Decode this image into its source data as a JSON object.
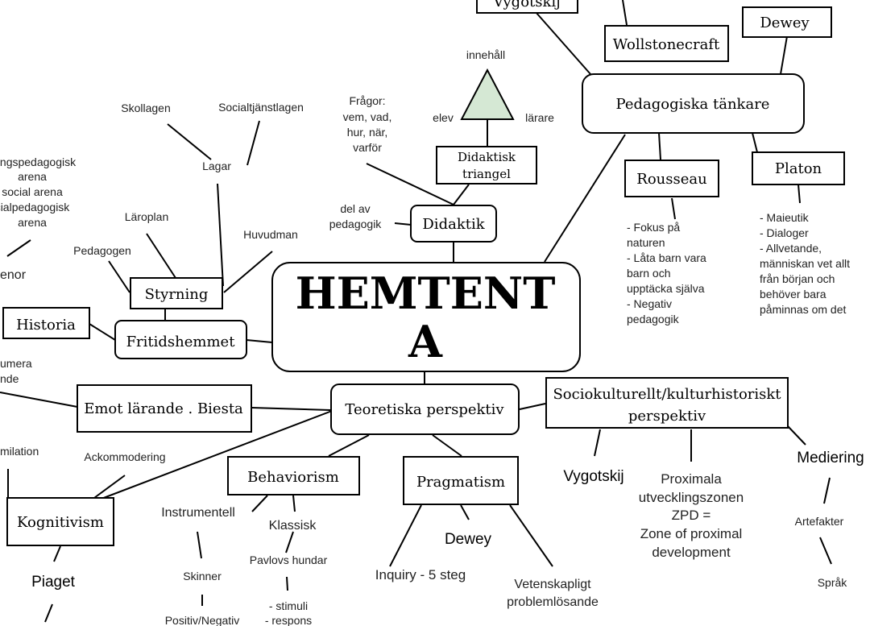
{
  "center": {
    "line1": "HEMTENT",
    "line2": "A"
  },
  "didaktik": {
    "label": "Didaktik",
    "triangle_label": [
      "Didaktisk",
      "triangel"
    ],
    "top": "innehåll",
    "left": "elev",
    "right": "lärare",
    "fragor": [
      "Frågor:",
      "vem, vad,",
      "hur, när,",
      "varför"
    ],
    "del_av": [
      "del av",
      "pedagogik"
    ]
  },
  "pedagogiska": {
    "label": "Pedagogiska tänkare",
    "vygotskij": "Vygotskij",
    "wollstonecraft": "Wollstonecraft",
    "dewey": "Dewey",
    "rousseau": "Rousseau",
    "platon": "Platon",
    "rousseau_notes": [
      "- Fokus på",
      "naturen",
      "- Låta barn vara",
      "barn och",
      "upptäcka själva",
      "- Negativ",
      "pedagogik"
    ],
    "platon_notes": [
      "- Maieutik",
      "- Dialoger",
      "- Allvetande,",
      "människan vet allt",
      "från början och",
      "behöver bara",
      "påminnas om det"
    ]
  },
  "left": {
    "skollagen": "Skollagen",
    "socialtjanstlagen": "Socialtjänstlagen",
    "lagar": "Lagar",
    "laroplan": "Läroplan",
    "huvudman": "Huvudman",
    "pedagogen": "Pedagogen",
    "styrning": "Styrning",
    "historia": "Historia",
    "fritidshemmet": "Fritidshemmet",
    "arena_lines": [
      "lningspedagogisk",
      "arena",
      "social arena",
      "cialpedagogisk",
      "arena"
    ],
    "enor": "enor",
    "umera": [
      "umera",
      "nde"
    ],
    "emot": "Emot lärande . Biesta"
  },
  "teoretiska": {
    "label": "Teoretiska perspektiv",
    "sociokulturellt": [
      "Sociokulturellt/kulturhistoriskt",
      "perspektiv"
    ],
    "vygotskij": "Vygotskij",
    "proximala": [
      "Proximala",
      "utvecklingszonen",
      "ZPD =",
      "Zone of proximal",
      "development"
    ],
    "mediering": "Mediering",
    "artefakter": "Artefakter",
    "sprak": "Språk",
    "behaviorism": "Behaviorism",
    "instrumentell": "Instrumentell",
    "klassisk": "Klassisk",
    "pavlovs": "Pavlovs hundar",
    "skinner": "Skinner",
    "stimuli": [
      "- stimuli",
      "- respons"
    ],
    "positiv": "Positiv/Negativ",
    "pragmatism": "Pragmatism",
    "dewey": "Dewey",
    "inquiry": "Inquiry - 5 steg",
    "vetenskapligt": [
      "Vetenskapligt",
      "problemlösande"
    ],
    "kognitivism": "Kognitivism",
    "ackommodering": "Ackommodering",
    "assimilation": "milation",
    "piaget": "Piaget"
  }
}
